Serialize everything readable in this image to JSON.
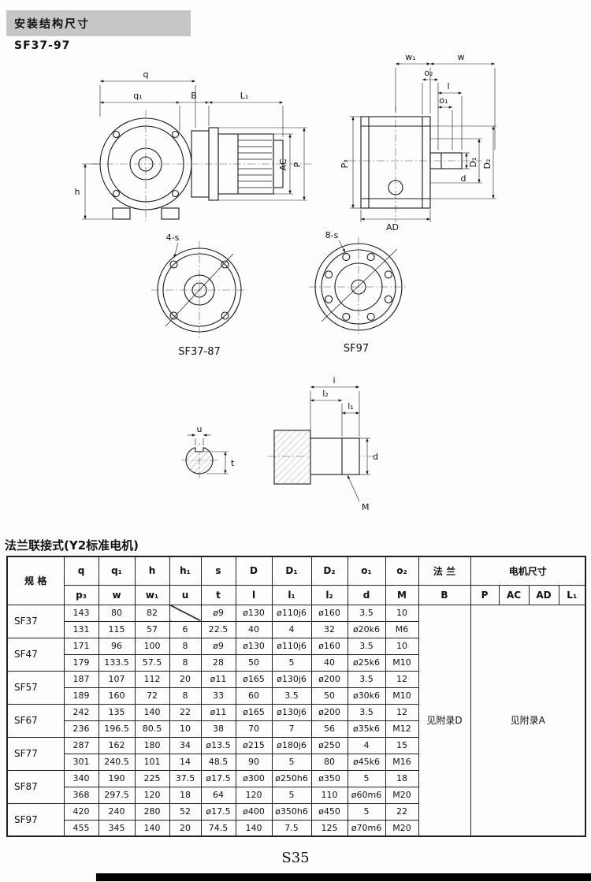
{
  "page": {
    "header_title": "安装结构尺寸",
    "header_subtitle": "SF37-97",
    "section_title": "法兰联接式(Y2标准电机)",
    "page_number": "S35"
  },
  "drawings": {
    "labels": {
      "q": "q",
      "q1": "q₁",
      "B": "B",
      "L1": "L₁",
      "AC": "AC",
      "P": "P",
      "h": "h",
      "w1": "w₁",
      "w": "w",
      "o2": "o₂",
      "l": "l",
      "o1": "o₁",
      "p3": "P₃",
      "D1": "D₁",
      "D2": "D₂",
      "d_front": "d",
      "AD": "AD",
      "flange1_callout": "4-s",
      "flange1_name": "SF37-87",
      "flange2_callout": "8-s",
      "flange2_name": "SF97",
      "u": "u",
      "t": "t",
      "i": "i",
      "l2": "l₂",
      "l1": "l₁",
      "d_shaft": "d",
      "M": "M"
    }
  },
  "table": {
    "head": {
      "spec": "规  格",
      "row1": [
        "q",
        "q₁",
        "h",
        "h₁",
        "s",
        "D",
        "D₁",
        "D₂",
        "o₁",
        "o₂"
      ],
      "flange": "法 兰",
      "motor": "电机尺寸",
      "row2": [
        "p₃",
        "w",
        "w₁",
        "u",
        "t",
        "l",
        "l₁",
        "l₂",
        "d",
        "M"
      ],
      "flange_sub": "B",
      "motor_sub": [
        "P",
        "AC",
        "AD",
        "L₁"
      ]
    },
    "flange_note": "见附录D",
    "motor_note": "见附录A",
    "models": [
      {
        "name": "SF37",
        "row1": [
          "143",
          "80",
          "82",
          null,
          "ø9",
          "ø130",
          "ø110j6",
          "ø160",
          "3.5",
          "10"
        ],
        "row2": [
          "131",
          "115",
          "57",
          "6",
          "22.5",
          "40",
          "4",
          "32",
          "ø20k6",
          "M6"
        ]
      },
      {
        "name": "SF47",
        "row1": [
          "171",
          "96",
          "100",
          "8",
          "ø9",
          "ø130",
          "ø110j6",
          "ø160",
          "3.5",
          "10"
        ],
        "row2": [
          "179",
          "133.5",
          "57.5",
          "8",
          "28",
          "50",
          "5",
          "40",
          "ø25k6",
          "M10"
        ]
      },
      {
        "name": "SF57",
        "row1": [
          "187",
          "107",
          "112",
          "20",
          "ø11",
          "ø165",
          "ø130j6",
          "ø200",
          "3.5",
          "12"
        ],
        "row2": [
          "189",
          "160",
          "72",
          "8",
          "33",
          "60",
          "3.5",
          "50",
          "ø30k6",
          "M10"
        ]
      },
      {
        "name": "SF67",
        "row1": [
          "242",
          "135",
          "140",
          "22",
          "ø11",
          "ø165",
          "ø130j6",
          "ø200",
          "3.5",
          "12"
        ],
        "row2": [
          "236",
          "196.5",
          "80.5",
          "10",
          "38",
          "70",
          "7",
          "56",
          "ø35k6",
          "M12"
        ]
      },
      {
        "name": "SF77",
        "row1": [
          "287",
          "162",
          "180",
          "34",
          "ø13.5",
          "ø215",
          "ø180j6",
          "ø250",
          "4",
          "15"
        ],
        "row2": [
          "301",
          "240.5",
          "101",
          "14",
          "48.5",
          "90",
          "5",
          "80",
          "ø45k6",
          "M16"
        ]
      },
      {
        "name": "SF87",
        "row1": [
          "340",
          "190",
          "225",
          "37.5",
          "ø17.5",
          "ø300",
          "ø250h6",
          "ø350",
          "5",
          "18"
        ],
        "row2": [
          "368",
          "297.5",
          "120",
          "18",
          "64",
          "120",
          "5",
          "110",
          "ø60m6",
          "M20"
        ]
      },
      {
        "name": "SF97",
        "row1": [
          "420",
          "240",
          "280",
          "52",
          "ø17.5",
          "ø400",
          "ø350h6",
          "ø450",
          "5",
          "22"
        ],
        "row2": [
          "455",
          "345",
          "140",
          "20",
          "74.5",
          "140",
          "7.5",
          "125",
          "ø70m6",
          "M20"
        ]
      }
    ]
  }
}
